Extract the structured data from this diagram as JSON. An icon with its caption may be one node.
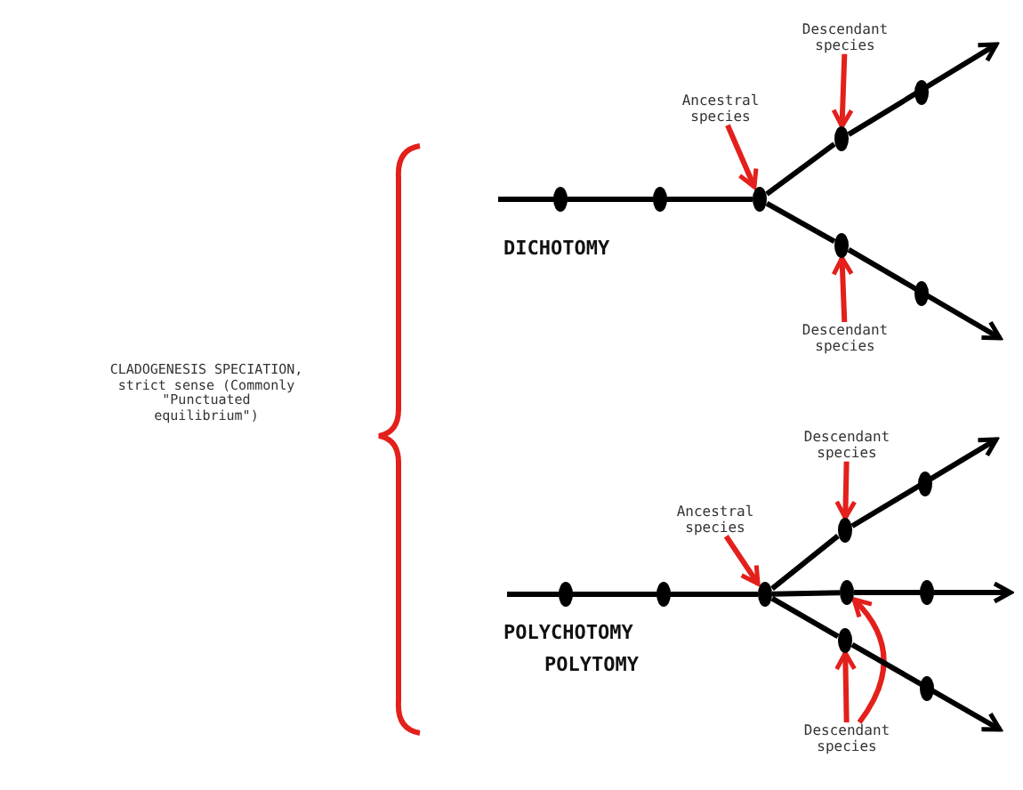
{
  "diagram": {
    "nodes": [
      {
        "text": [
          "CLADOGENESIS SPECIATION, strict sense (Commonly \"Punctuated equilibrium\")"
        ]
      },
      {
        "text": [
          "Ancestral species"
        ]
      },
      {
        "text": [
          "Descendant species"
        ]
      },
      {
        "text": [
          "Descendant species"
        ]
      },
      {
        "text": [],
        "shape": "circle"
      },
      {
        "text": [],
        "shape": "circle"
      },
      {
        "text": [],
        "shape": "circle"
      },
      {
        "text": [
          "Ancestral species"
        ]
      },
      {
        "text": [
          "Descendant species"
        ]
      },
      {
        "text": [
          "Descendant species"
        ]
      },
      {
        "text": [],
        "shape": "circle"
      },
      {
        "text": [],
        "shape": "circle"
      },
      {
        "text": [],
        "shape": "circle"
      },
      {
        "text": [],
        "shape": "circle"
      }
    ],
    "edges": [
      {
        "from": null,
        "to": 4,
        "arrow": "none"
      },
      {
        "from": 4,
        "to": 5,
        "arrow": "none"
      },
      {
        "from": 5,
        "to": null,
        "arrow": "to"
      },
      {
        "from": 4,
        "to": 6,
        "arrow": "none"
      },
      {
        "from": 6,
        "to": null,
        "arrow": "to"
      },
      {
        "from": 1,
        "to": 4,
        "arrow": "to",
        "color": "#e3201b"
      },
      {
        "from": 2,
        "to": 5,
        "arrow": "to",
        "color": "#e3201b"
      },
      {
        "from": 3,
        "to": 6,
        "arrow": "to",
        "color": "#e3201b"
      },
      {
        "from": null,
        "to": 10,
        "arrow": "none"
      },
      {
        "from": 10,
        "to": 11,
        "arrow": "none"
      },
      {
        "from": 11,
        "to": null,
        "arrow": "to"
      },
      {
        "from": 10,
        "to": 12,
        "arrow": "none"
      },
      {
        "from": 12,
        "to": null,
        "arrow": "to"
      },
      {
        "from": 10,
        "to": 13,
        "arrow": "none"
      },
      {
        "from": 13,
        "to": null,
        "arrow": "to"
      },
      {
        "from": 7,
        "to": 10,
        "arrow": "to",
        "color": "#e3201b"
      },
      {
        "from": 8,
        "to": 11,
        "arrow": "to",
        "color": "#e3201b"
      },
      {
        "from": 9,
        "to": 13,
        "arrow": "to",
        "color": "#e3201b"
      },
      {
        "from": 9,
        "to": 12,
        "arrow": "to",
        "color": "#e3201b"
      }
    ],
    "labels": [
      "DICHOTOMY",
      "POLYCHOTOMY",
      "POLYTOMY"
    ]
  }
}
